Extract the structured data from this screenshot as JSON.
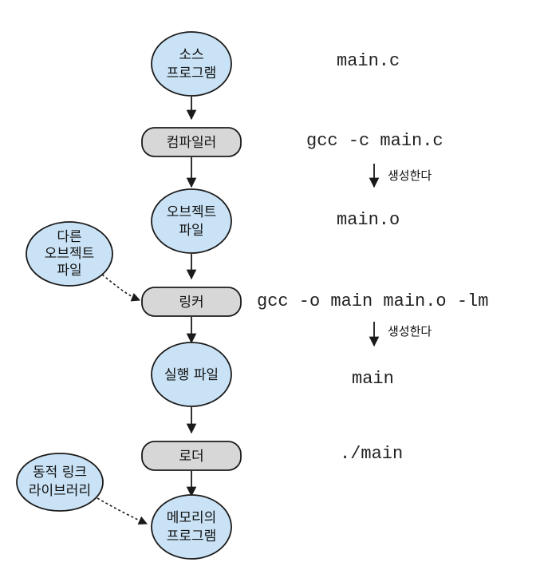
{
  "colors": {
    "ellipse_fill": "#c9e2f5",
    "box_fill": "#d7d7d7",
    "stroke": "#1a1a1a"
  },
  "nodes": {
    "source_program": [
      "소스",
      "프로그램"
    ],
    "compiler": "컴파일러",
    "object_file": [
      "오브젝트",
      "파일"
    ],
    "other_object_file": [
      "다른",
      "오브젝트",
      "파일"
    ],
    "linker": "링커",
    "executable_file": "실행 파일",
    "loader": "로더",
    "dynamic_link_library": [
      "동적 링크",
      "라이브러리"
    ],
    "program_in_memory": [
      "메모리의",
      "프로그램"
    ]
  },
  "commands": {
    "source": "main.c",
    "compile": "gcc -c main.c",
    "object": "main.o",
    "link": "gcc -o main main.o -lm",
    "executable": "main",
    "load": "./main"
  },
  "notes": {
    "generates_1": "생성한다",
    "generates_2": "생성한다"
  }
}
